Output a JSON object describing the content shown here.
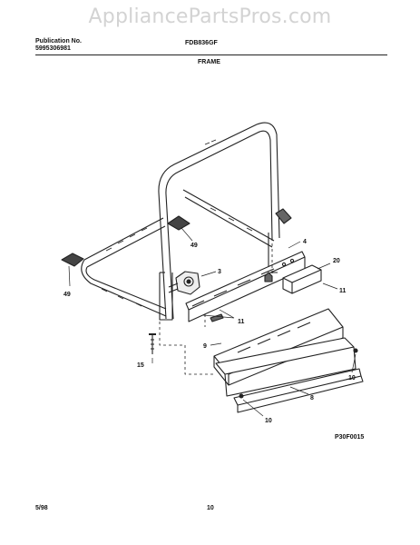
{
  "watermark": "AppliancePartsPros.com",
  "header": {
    "publication_label": "Publication No.",
    "publication_number": "5995306981",
    "model": "FDB836GF",
    "section_title": "FRAME"
  },
  "callouts": [
    "4",
    "20",
    "3",
    "49",
    "49",
    "11",
    "11",
    "9",
    "15",
    "10",
    "8",
    "10"
  ],
  "figure_code": "P30F0015",
  "footer": {
    "date": "5/98",
    "page": "10"
  }
}
